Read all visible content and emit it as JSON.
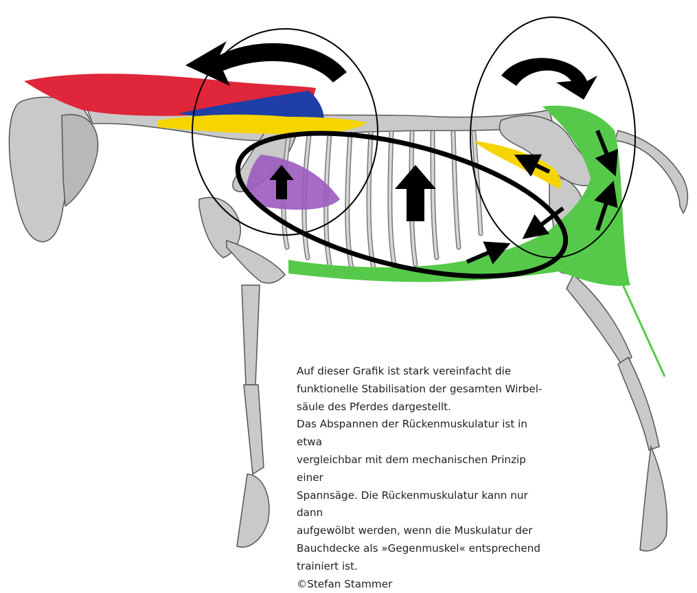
{
  "caption": {
    "lines": [
      "Auf dieser Grafik ist stark vereinfacht die",
      "funktionelle Stabilisation der gesamten Wirbel-",
      "säule des Pferdes dargestellt.",
      "Das Abspannen der Rückenmuskulatur ist in etwa",
      "vergleichbar mit dem mechanischen Prinzip einer",
      "Spannsäge. Die Rückenmuskulatur kann nur dann",
      "aufgewölbt werden, wenn die Muskulatur der",
      "Bauchdecke als »Gegenmuskel« entsprechend",
      "trainiert ist."
    ],
    "credit": "©Stefan Stammer"
  },
  "colors": {
    "bone": "#c9c9c9",
    "bone_dark": "#6e6e6e",
    "muscle_red": "#e0263a",
    "muscle_blue": "#1f3fa6",
    "muscle_yellow": "#f5d400",
    "muscle_purple": "#9b5bbf",
    "muscle_green": "#56c94a",
    "arrow": "#000000"
  },
  "icons": [
    "horse-skeleton-illustration",
    "rotation-arrow-icon",
    "up-arrow-icon",
    "direction-arrow-icon"
  ]
}
